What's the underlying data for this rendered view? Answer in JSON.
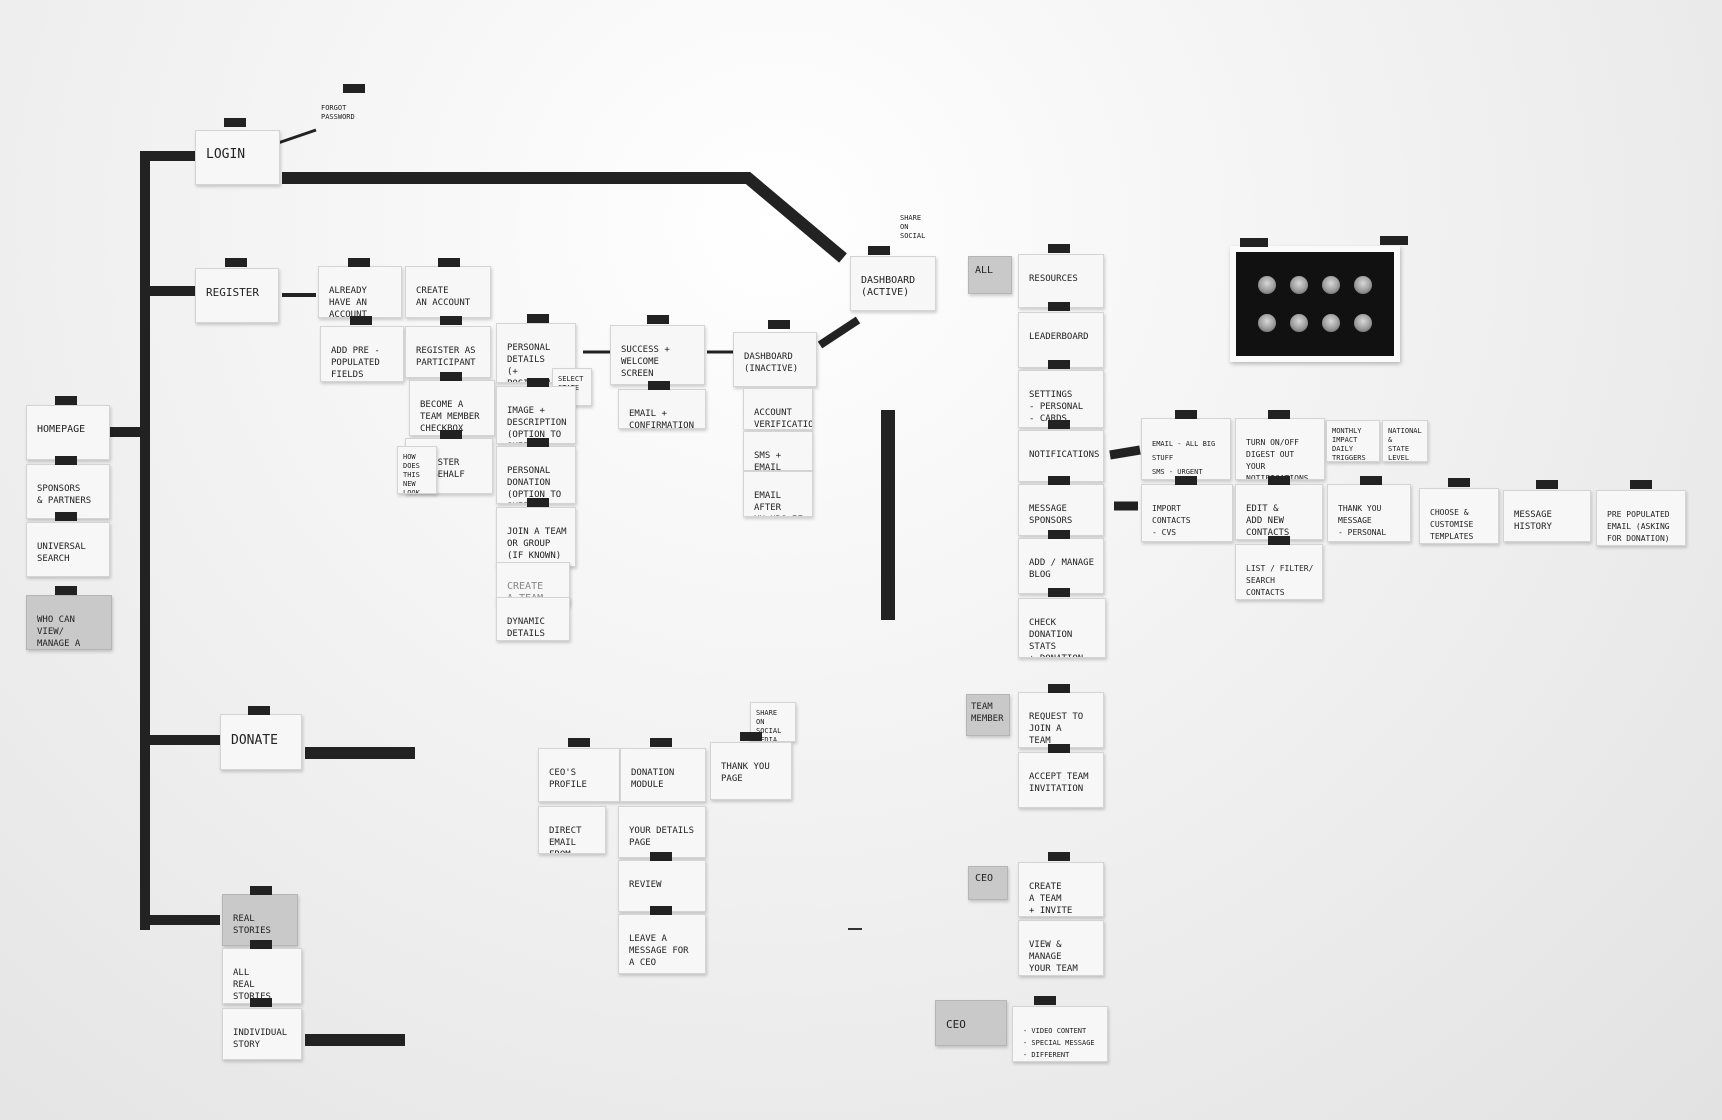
{
  "cards": {
    "login": "LOGIN",
    "forgot_password": "FORGOT\nPASSWORD",
    "register": "REGISTER",
    "homepage": "HOMEPAGE",
    "sponsors_partners": "SPONSORS\n& PARTNERS",
    "universal_search": "UNIVERSAL\nSEARCH",
    "who_can_view": "WHO CAN VIEW/\nMANAGE A GROUP?",
    "already_account": "ALREADY\nHAVE AN ACCOUNT",
    "create_account": "CREATE\nAN ACCOUNT",
    "add_prepopulated": "ADD PRE -\nPOPULATED\nFIELDS",
    "register_as_participant": "REGISTER AS\nPARTICIPANT",
    "become_team_member": "BECOME A\nTEAM MEMBER\nCHECKBOX",
    "register_on_behalf": "REGISTER\nON BEHALF (PA)",
    "how_does_this_look": "HOW DOES\nTHIS NEW\nLOOK LIKE ?",
    "personal_details": "PERSONAL\nDETAILS\n(+ POSITION)",
    "select_state": "SELECT\nSTATE",
    "image_description": "IMAGE +\nDESCRIPTION\n(OPTION TO SKIP)",
    "personal_donation": "PERSONAL\nDONATION\n(OPTION TO SKIP)",
    "join_team": "JOIN A TEAM\nOR GROUP\n(IF KNOWN)\n(OPTION TO SKIP)",
    "create_team_faded": "CREATE\nA TEAM",
    "dynamic_details": "DYNAMIC\nDETAILS\nVERIFICATION",
    "success_welcome": "SUCCESS +\nWELCOME SCREEN",
    "email_confirmation": "EMAIL +\nCONFIRMATION\n(VIA EMAIL)",
    "dashboard_inactive": "DASHBOARD\n(INACTIVE)",
    "account_verification": "ACCOUNT\nVERIFICATION",
    "sms_email": "SMS + EMAIL\nTHAT ACCOUNT\nIS ACTIVATED",
    "email_after": "EMAIL AFTER\nXX HRS IF\nNOT LOGGED\nIN",
    "share_on_social": "SHARE\nON\nSOCIAL",
    "dashboard_active": "DASHBOARD\n(ACTIVE)",
    "all": "ALL",
    "resources": "RESOURCES",
    "leaderboard": "LEADERBOARD",
    "settings": "SETTINGS\n- PERSONAL\n- CARDS",
    "notifications": "NOTIFICATIONS",
    "message_sponsors": "MESSAGE\nSPONSORS",
    "add_manage_blog": "ADD / MANAGE\nBLOG",
    "check_donation_stats": "CHECK\nDONATION STATS\n+ DONATION HISTORY",
    "email_sms_web": "EMAIL - ALL BIG STUFF\nSMS - URGENT\nWEB - ALL",
    "turn_on_off_digest": "TURN ON/OFF\nDIGEST OUT\nYOUR NOTIFICATIONS",
    "monthly_impact": "MONTHLY IMPACT\nDAILY\nTRIGGERS",
    "national_state": "NATIONAL\n&\nSTATE LEVEL",
    "import_contacts": "IMPORT CONTACTS\n- CVS\n- MANUAL\n- SOCIAL",
    "add_new_contacts": "EDIT &\nADD NEW\nCONTACTS",
    "thank_you_message": "THANK YOU\nMESSAGE\n- PERSONAL\n- GENERIC",
    "choose_templates": "CHOOSE &\nCUSTOMISE\nTEMPLATES",
    "message_history": "MESSAGE\nHISTORY",
    "pre_populated_email": "PRE POPULATED\nEMAIL (ASKING\nFOR DONATION)",
    "list_filter_search": "LIST / FILTER/\nSEARCH CONTACTS",
    "team_member": "TEAM\nMEMBER",
    "request_join_team": "REQUEST TO\nJOIN A\nTEAM",
    "accept_team_invitation": "ACCEPT TEAM\nINVITATION",
    "ceo_small": "CEO",
    "create_a_team_invite": "CREATE\nA TEAM\n+ INVITE",
    "view_manage_team": "VIEW & MANAGE\nYOUR TEAM",
    "ceo_grey": "CEO",
    "video_content": "- VIDEO CONTENT\n- SPECIAL MESSAGE\n- DIFFERENT TRIGGERS",
    "donate": "DONATE",
    "ceo_profile": "CEO's\nPROFILE",
    "donation_module": "DONATION\nMODULE",
    "share_social_media": "SHARE\nON SOCIAL\nMEDIA",
    "thank_you_page": "THANK YOU\nPAGE",
    "direct_email_ceo": "DIRECT\nEMAIL FROM\nCEO",
    "your_details_page": "YOUR DETAILS\nPAGE",
    "review": "REVIEW",
    "leave_message_ceo": "LEAVE A\nMESSAGE FOR\nA CEO",
    "real_stories": "REAL\nSTORIES",
    "all_real_stories": "ALL\nREAL STORIES\nSHOWCASED",
    "individual_story": "INDIVIDUAL\nSTORY"
  },
  "colors": {
    "tape": "#222222",
    "card": "#f7f7f7",
    "grey_card": "#c9c9c9"
  }
}
